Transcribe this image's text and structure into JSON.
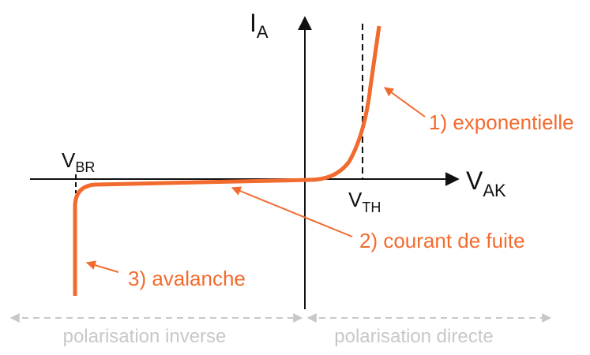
{
  "colors": {
    "curve": "#f26b2e",
    "axis": "#111111",
    "annotation": "#f26b2e",
    "region": "#c8c8c8"
  },
  "axes": {
    "y_main": "I",
    "y_sub": "A",
    "x_main": "V",
    "x_sub": "AK"
  },
  "markers": {
    "breakdown": {
      "main": "V",
      "sub": "BR"
    },
    "threshold": {
      "main": "V",
      "sub": "TH"
    }
  },
  "annotations": [
    {
      "label": "1) exponentielle"
    },
    {
      "label": "2) courant de fuite"
    },
    {
      "label": "3) avalanche"
    }
  ],
  "regions": {
    "reverse": "polarisation inverse",
    "forward": "polarisation directe"
  }
}
